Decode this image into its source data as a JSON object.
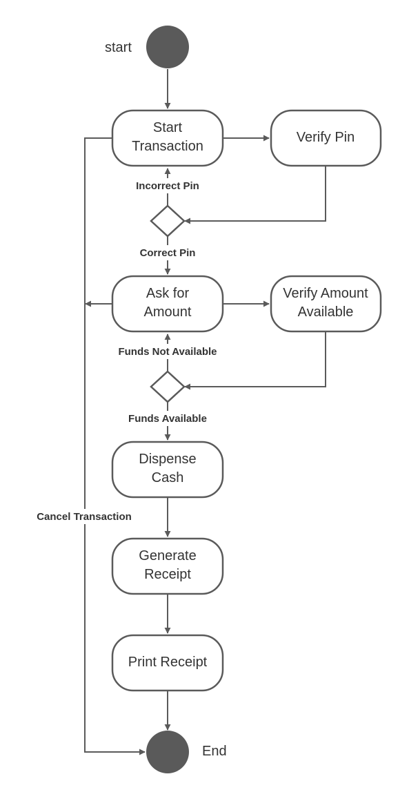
{
  "colors": {
    "stroke": "#5a5a5a",
    "terminal_fill": "#5a5a5a",
    "node_fill": "#ffffff",
    "text": "#333333"
  },
  "terminals": {
    "start": "start",
    "end": "End"
  },
  "nodes": {
    "start_transaction": [
      "Start",
      "Transaction"
    ],
    "verify_pin": [
      "Verify Pin"
    ],
    "ask_for_amount": [
      "Ask for",
      "Amount"
    ],
    "verify_amount_available": [
      "Verify Amount",
      "Available"
    ],
    "dispense_cash": [
      "Dispense",
      "Cash"
    ],
    "generate_receipt": [
      "Generate",
      "Receipt"
    ],
    "print_receipt": [
      "Print Receipt"
    ]
  },
  "edge_labels": {
    "incorrect_pin": "Incorrect Pin",
    "correct_pin": "Correct Pin",
    "funds_not_available": "Funds Not Available",
    "funds_available": "Funds Available",
    "cancel_transaction": "Cancel Transaction"
  }
}
